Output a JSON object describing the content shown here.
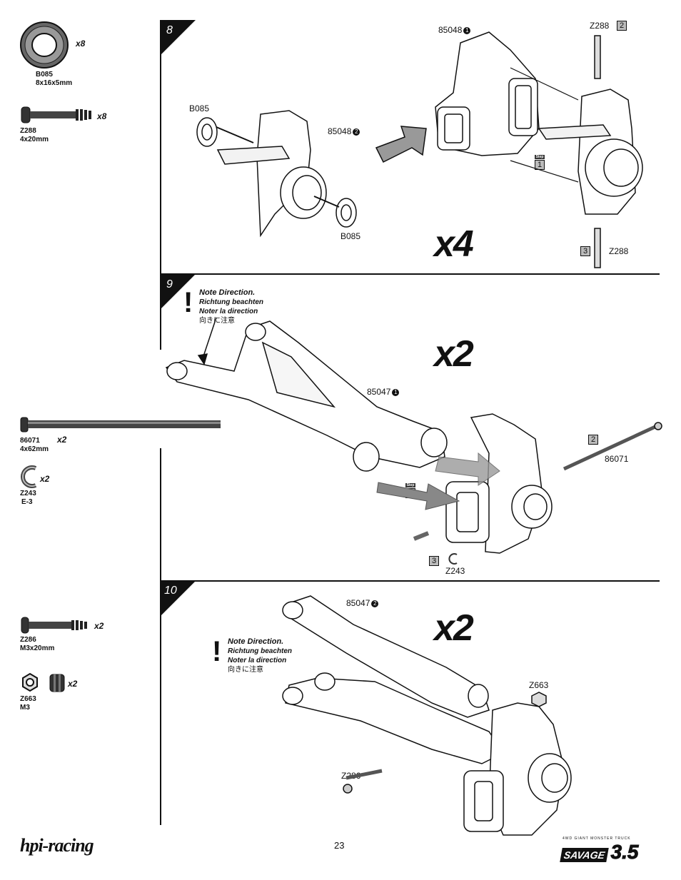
{
  "page_number": "23",
  "brand_logo_text": "hpi-racing",
  "product_logo": {
    "main": "SAVAGE",
    "version": "3.5",
    "tagline": "4WD GIANT MONSTER TRUCK"
  },
  "parts": {
    "b085": {
      "code": "B085",
      "size": "8x16x5mm",
      "qty": "x8"
    },
    "z288": {
      "code": "Z288",
      "size": "4x20mm",
      "qty": "x8"
    },
    "p86071": {
      "code": "86071",
      "size": "4x62mm",
      "qty": "x2"
    },
    "z243": {
      "code": "Z243",
      "size": "E-3",
      "qty": "x2"
    },
    "z286": {
      "code": "Z286",
      "size": "M3x20mm",
      "qty": "x2"
    },
    "z663": {
      "code": "Z663",
      "size": "M3",
      "qty": "x2"
    }
  },
  "note": {
    "title": "Note Direction.",
    "de": "Richtung beachten",
    "fr": "Noter la direction",
    "jp": "向きに注意"
  },
  "steps": {
    "s8": {
      "number": "8",
      "multiplier": "x4",
      "labels": {
        "b085_top": "B085",
        "b085_bottom": "B085",
        "p85048_2": "85048",
        "p85048_1": "85048",
        "z288_top": "Z288",
        "z288_bottom": "Z288"
      },
      "circ": {
        "one": "1",
        "two": "2"
      },
      "boxes": {
        "b1": "1",
        "b2": "2",
        "b3": "3"
      },
      "step_tag": "Step"
    },
    "s9": {
      "number": "9",
      "multiplier": "x2",
      "labels": {
        "p85047": "85047",
        "p86071": "86071",
        "z243": "Z243"
      },
      "circ": {
        "one": "1"
      },
      "boxes": {
        "b1": "1",
        "b2": "2",
        "b3": "3"
      },
      "step_tag": "Step"
    },
    "s10": {
      "number": "10",
      "multiplier": "x2",
      "labels": {
        "p85047": "85047",
        "z663": "Z663",
        "z286": "Z286"
      },
      "circ": {
        "two": "2"
      }
    }
  }
}
